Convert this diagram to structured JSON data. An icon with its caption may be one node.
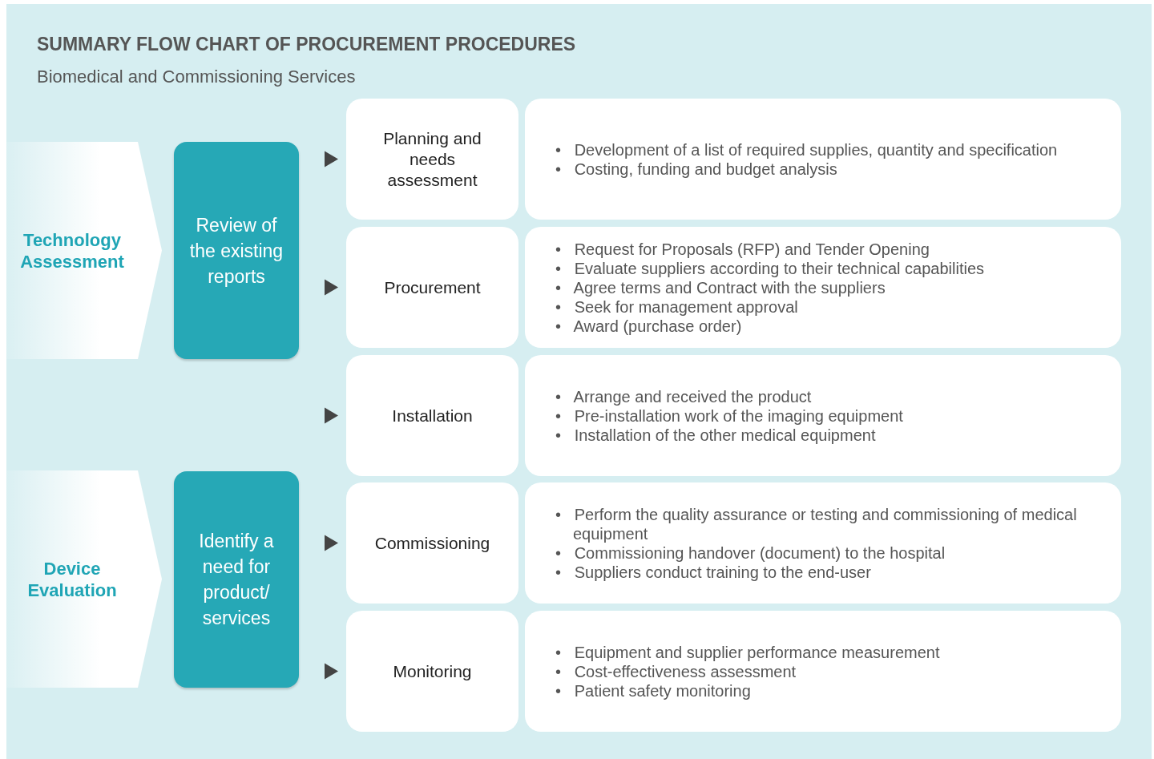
{
  "diagram": {
    "title": "SUMMARY FLOW CHART OF PROCUREMENT PROCEDURES",
    "nodes": [
      {
        "text": [
          "Technology Assessment"
        ]
      },
      {
        "text": [
          "Review of the existing reports"
        ]
      },
      {
        "text": [
          "Device Evaluation"
        ]
      },
      {
        "text": [
          "Identify a need for product/ services"
        ]
      },
      {
        "text": [
          "Planning and needs assessment"
        ]
      },
      {
        "text": [
          "•   Development of a list of required supplies, quantity and specification",
          "•   Costing, funding and budget analysis"
        ]
      },
      {
        "text": [
          "Procurement"
        ]
      },
      {
        "text": [
          "•   Request for Proposals (RFP) and Tender Opening",
          "•   Evaluate suppliers according to their technical capabilities",
          "•   Agree terms and Contract with the suppliers",
          "•   Seek for management approval",
          "•   Award (purchase order)"
        ]
      },
      {
        "text": [
          "Installation"
        ]
      },
      {
        "text": [
          "•   Arrange and received the product",
          "•   Pre-installation work of the imaging equipment",
          "•   Installation of the other medical equipment"
        ]
      },
      {
        "text": [
          "Commissioning"
        ]
      },
      {
        "text": [
          "•   Perform the quality assurance or testing and commissioning of medical equipment",
          "•   Commissioning handover (document) to the hospital",
          "•   Suppliers conduct training to the end-user"
        ]
      },
      {
        "text": [
          "Monitoring"
        ]
      },
      {
        "text": [
          "•   Equipment and supplier performance measurement",
          "•   Cost-effectiveness assessment",
          "•   Patient safety monitoring"
        ]
      }
    ],
    "edges": [
      {
        "from": null,
        "to": 4,
        "arrow": "to"
      },
      {
        "from": null,
        "to": 6,
        "arrow": "to"
      },
      {
        "from": null,
        "to": 8,
        "arrow": "to"
      },
      {
        "from": null,
        "to": 10,
        "arrow": "to"
      },
      {
        "from": null,
        "to": 12,
        "arrow": "to"
      }
    ],
    "labels": [
      "Biomedical and Commissioning Services"
    ]
  }
}
